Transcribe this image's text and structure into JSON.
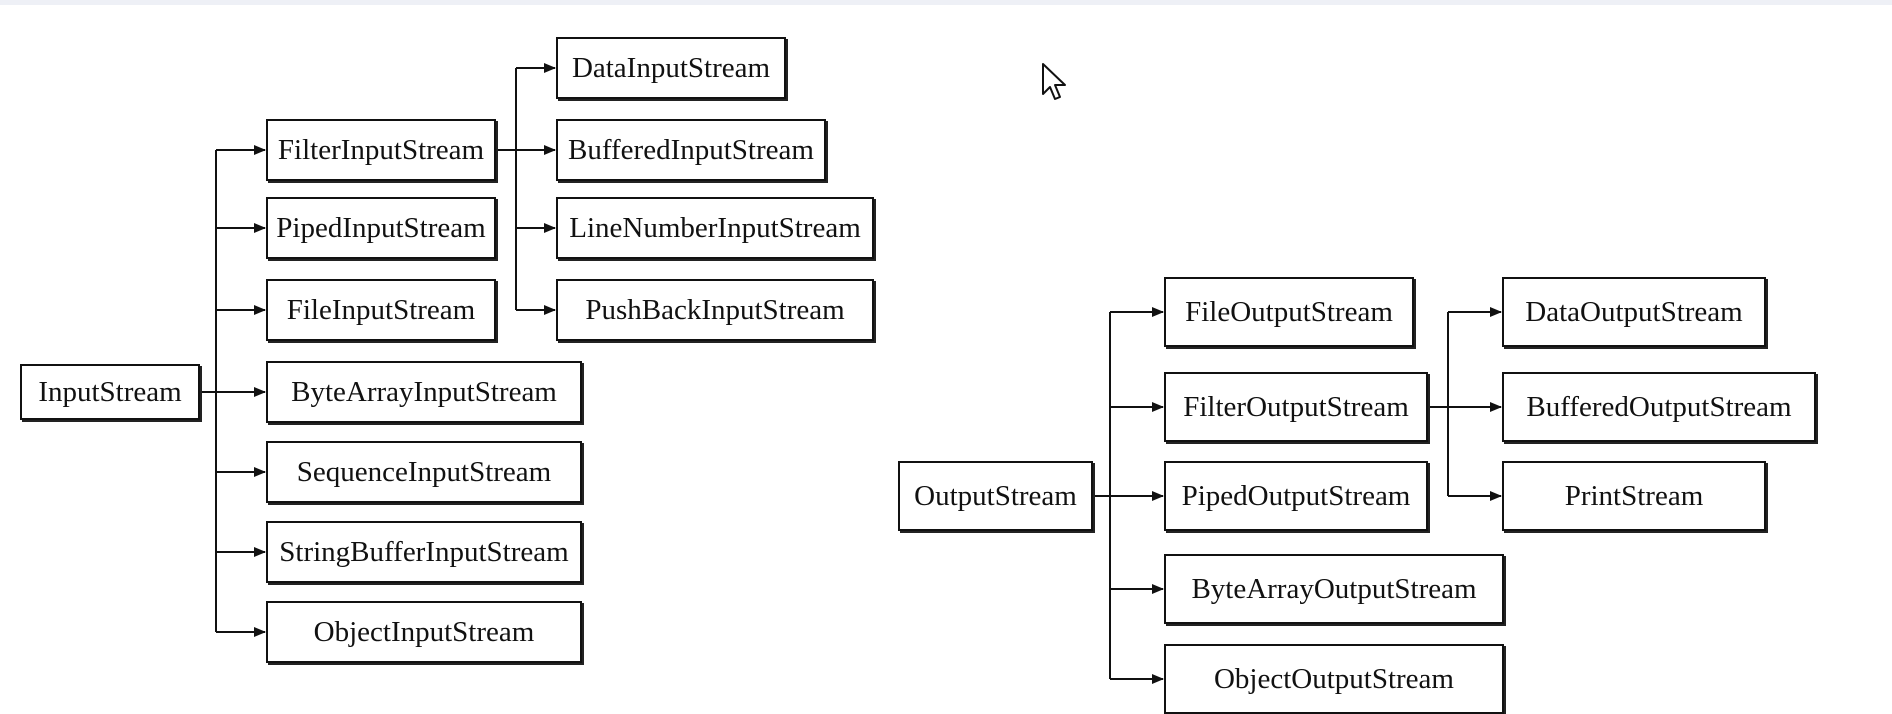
{
  "diagram": {
    "input": {
      "root": "InputStream",
      "children": [
        "FilterInputStream",
        "PipedInputStream",
        "FileInputStream",
        "ByteArrayInputStream",
        "SequenceInputStream",
        "StringBufferInputStream",
        "ObjectInputStream"
      ],
      "filter_children": [
        "DataInputStream",
        "BufferedInputStream",
        "LineNumberInputStream",
        "PushBackInputStream"
      ]
    },
    "output": {
      "root": "OutputStream",
      "children": [
        "FileOutputStream",
        "FilterOutputStream",
        "PipedOutputStream",
        "ByteArrayOutputStream",
        "ObjectOutputStream"
      ],
      "filter_children": [
        "DataOutputStream",
        "BufferedOutputStream",
        "PrintStream"
      ]
    }
  },
  "colors": {
    "line": "#111111",
    "box_border": "#111111",
    "background": "#ffffff"
  },
  "icons": {
    "cursor": "mouse-pointer-icon"
  }
}
